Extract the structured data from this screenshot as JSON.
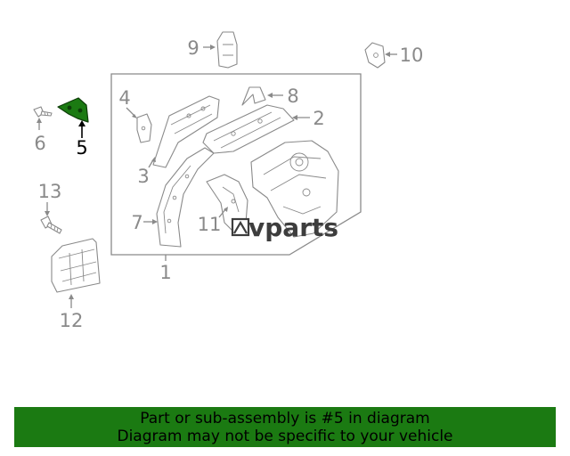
{
  "diagram": {
    "callouts": [
      {
        "id": "1",
        "label": "1"
      },
      {
        "id": "2",
        "label": "2"
      },
      {
        "id": "3",
        "label": "3"
      },
      {
        "id": "4",
        "label": "4"
      },
      {
        "id": "5",
        "label": "5"
      },
      {
        "id": "6",
        "label": "6"
      },
      {
        "id": "7",
        "label": "7"
      },
      {
        "id": "8",
        "label": "8"
      },
      {
        "id": "9",
        "label": "9"
      },
      {
        "id": "10",
        "label": "10"
      },
      {
        "id": "11",
        "label": "11"
      },
      {
        "id": "12",
        "label": "12"
      },
      {
        "id": "13",
        "label": "13"
      }
    ],
    "highlighted_part": "5",
    "highlight_color": "#1b7a12",
    "watermark": "vparts"
  },
  "banner": {
    "line1": "Part or sub-assembly is #5 in diagram",
    "line2": "Diagram may not be specific to your vehicle",
    "background": "#1b7a12"
  }
}
